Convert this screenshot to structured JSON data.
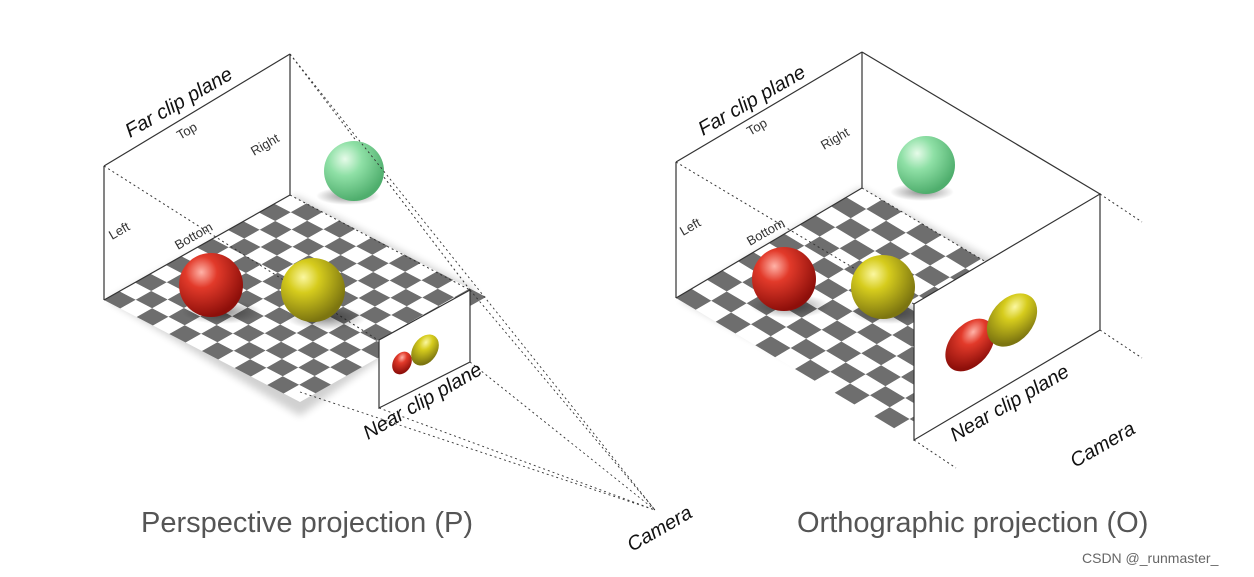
{
  "diagrams": {
    "perspective": {
      "far_clip_plane": "Far clip plane",
      "top": "Top",
      "right": "Right",
      "left": "Left",
      "bottom": "Bottom",
      "near_clip_plane": "Near clip plane",
      "camera": "Camera",
      "caption": "Perspective projection (P)"
    },
    "orthographic": {
      "far_clip_plane": "Far clip plane",
      "top": "Top",
      "right": "Right",
      "left": "Left",
      "bottom": "Bottom",
      "near_clip_plane": "Near clip plane",
      "camera": "Camera",
      "caption": "Orthographic projection (O)"
    }
  },
  "watermark": "CSDN @_runmaster_",
  "colors": {
    "red_sphere": "#d32f2f",
    "yellow_sphere": "#c9c21a",
    "green_sphere": "#7fd99a",
    "checker_dark": "#6e6e6e",
    "checker_light": "#ffffff"
  }
}
